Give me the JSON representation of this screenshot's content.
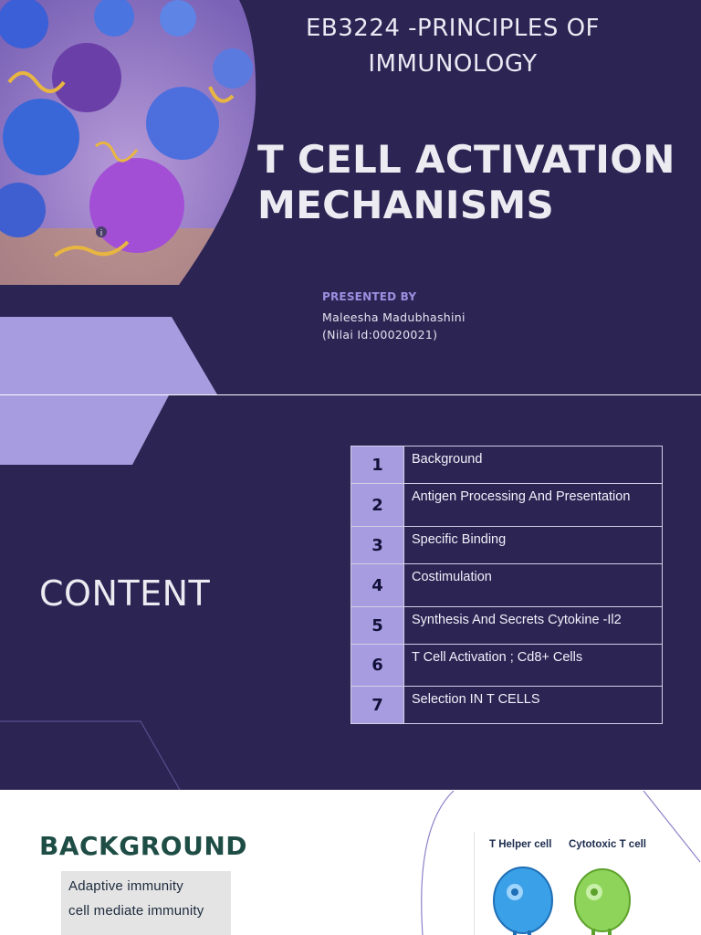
{
  "slide1": {
    "course_title": "EB3224 -PRINCIPLES OF IMMUNOLOGY",
    "main_title_line1": "T CELL ACTIVATION",
    "main_title_line2": "MECHANISMS",
    "presented_by_label": "PRESENTED BY",
    "presenter_name": "Maleesha Madubhashini",
    "presenter_id": "(Nilai Id:00020021)",
    "image_description_icon": "info-icon"
  },
  "slide2": {
    "title": "CONTENT",
    "toc": [
      {
        "num": "1",
        "label": "Background"
      },
      {
        "num": "2",
        "label": "Antigen Processing And Presentation"
      },
      {
        "num": "3",
        "label": "Specific Binding"
      },
      {
        "num": "4",
        "label": "Costimulation"
      },
      {
        "num": "5",
        "label": "Synthesis And Secrets Cytokine -Il2"
      },
      {
        "num": "6",
        "label": "T  Cell Activation ; Cd8+ Cells"
      },
      {
        "num": "7",
        "label": "Selection IN T CELLS"
      }
    ]
  },
  "slide3": {
    "title": "BACKGROUND",
    "bullets": [
      "Adaptive immunity",
      "cell  mediate immunity"
    ],
    "cell_labels": [
      "T Helper cell",
      "Cytotoxic T cell"
    ]
  },
  "colors": {
    "slide_background": "#2c2453",
    "accent_lavender": "#a89ce0",
    "background_title": "#1e4d45"
  }
}
